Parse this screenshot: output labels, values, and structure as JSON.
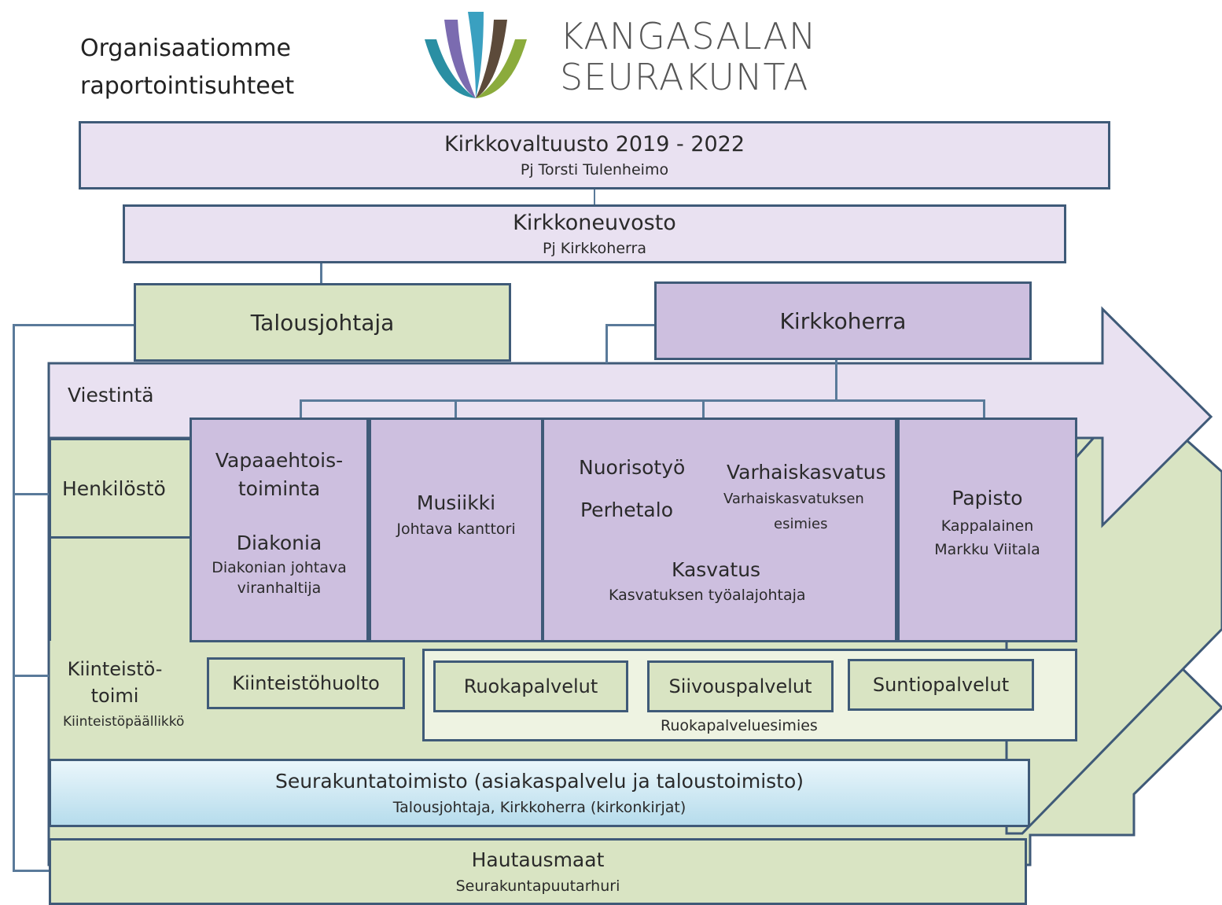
{
  "header": {
    "title_line1": "Organisaatiomme",
    "title_line2": "raportointisuhteet",
    "logo_line1": "KANGASALAN",
    "logo_line2": "SEURAKUNTA"
  },
  "kirkkovaltuusto": {
    "title": "Kirkkovaltuusto 2019 - 2022",
    "sub": "Pj Torsti Tulenheimo"
  },
  "kirkkoneuvosto": {
    "title": "Kirkkoneuvosto",
    "sub": "Pj Kirkkoherra"
  },
  "talousjohtaja": {
    "title": "Talousjohtaja"
  },
  "kirkkoherra": {
    "title": "Kirkkoherra"
  },
  "bands": {
    "viestinta": "Viestintä",
    "henkilosto": "Henkilöstö"
  },
  "units": {
    "vapaaehtois": {
      "title_line1": "Vapaaehtois-",
      "title_line2": "toiminta",
      "diakonia": "Diakonia",
      "diakonia_sub_line1": "Diakonian johtava",
      "diakonia_sub_line2": "viranhaltija"
    },
    "musiikki": {
      "title": "Musiikki",
      "sub": "Johtava kanttori"
    },
    "kasvatus": {
      "nuorisotyo": "Nuorisotyö",
      "perhetalo": "Perhetalo",
      "varhaiskasvatus": "Varhaiskasvatus",
      "varhais_sub_line1": "Varhaiskasvatuksen",
      "varhais_sub_line2": "esimies",
      "kasvatus": "Kasvatus",
      "kasvatus_sub": "Kasvatuksen työalajohtaja"
    },
    "papisto": {
      "title": "Papisto",
      "sub_line1": "Kappalainen",
      "sub_line2": "Markku Viitala"
    }
  },
  "kiinteisto": {
    "title_line1": "Kiinteistö-",
    "title_line2": "toimi",
    "sub": "Kiinteistöpäällikkö",
    "huolto": "Kiinteistöhuolto"
  },
  "services": {
    "items": [
      "Ruokapalvelut",
      "Siivouspalvelut",
      "Suntiopalvelut"
    ],
    "sub": "Ruokapalveluesimies"
  },
  "seurakuntatoimisto": {
    "title": "Seurakuntatoimisto (asiakaspalvelu ja taloustoimisto)",
    "sub": "Talousjohtaja, Kirkkoherra  (kirkonkirjat)"
  },
  "hautausmaat": {
    "title": "Hautausmaat",
    "sub": "Seurakuntapuutarhuri"
  },
  "colors": {
    "border": "#3f5a78",
    "lavender": "#e9e1f1",
    "purple": "#cdbfdf",
    "green": "#d9e4c3",
    "line": "#5a7a9a"
  },
  "logo_colors": [
    "#2a8fa3",
    "#7b6bb0",
    "#8bab3c",
    "#5c4a3a",
    "#3aa0c0"
  ]
}
